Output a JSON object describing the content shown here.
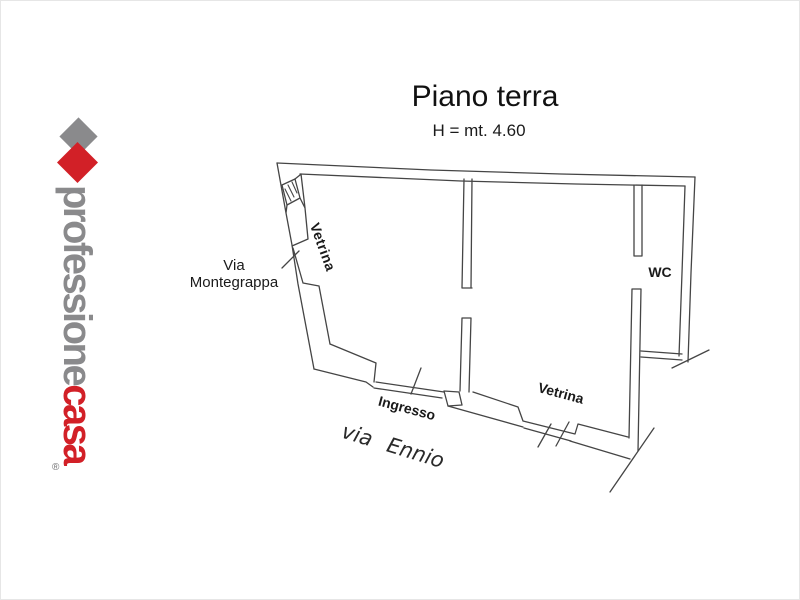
{
  "logo": {
    "brand_part1": "professione",
    "brand_part2": "casa",
    "registered": "®"
  },
  "header": {
    "title": "Piano terra",
    "subtitle": "H = mt. 4.60"
  },
  "labels": {
    "street_left_line1": "Via",
    "street_left_line2": "Montegrappa",
    "window_left": "Vetrina",
    "wc": "WC",
    "entrance": "Ingresso",
    "window_right": "Vetrina",
    "street_bottom_word1": "via",
    "street_bottom_word2": "Ennio"
  },
  "colors": {
    "logo_gray": "#8a8a8c",
    "logo_red": "#d22027",
    "plan_line": "#454545",
    "text": "#1a1a1a"
  }
}
